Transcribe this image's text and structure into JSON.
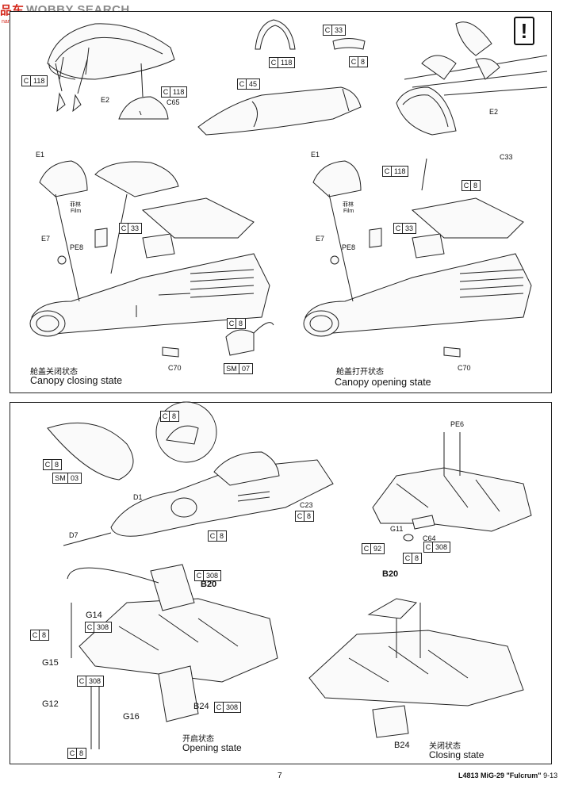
{
  "watermark": {
    "logo": "品车",
    "word": "WOBBY SEARCH",
    "sub": "nan-shou.com"
  },
  "warning_icon": "exclamation-icon",
  "panel_top": {
    "captions": [
      {
        "zh": "舱盖关闭状态",
        "en": "Canopy closing state"
      },
      {
        "zh": "舱盖打开状态",
        "en": "Canopy opening state"
      }
    ],
    "labels": {
      "e2_a": "E2",
      "c65": "C65",
      "e2_b": "E2",
      "c33_top": "C33",
      "e1_a": "E1",
      "e7_a": "E7",
      "pe8_a": "PE8",
      "c70_a": "C70",
      "e1_b": "E1",
      "e7_b": "E7",
      "pe8_b": "PE8",
      "c70_b": "C70",
      "film_zh_a": "菲林",
      "film_en_a": "Film",
      "film_zh_b": "菲林",
      "film_en_b": "Film"
    },
    "tags": [
      {
        "k": "C",
        "v": "118"
      },
      {
        "k": "C",
        "v": "118"
      },
      {
        "k": "C",
        "v": "33"
      },
      {
        "k": "C",
        "v": "8"
      },
      {
        "k": "C",
        "v": "118"
      },
      {
        "k": "C",
        "v": "45"
      },
      {
        "k": "C",
        "v": "33"
      },
      {
        "k": "C",
        "v": "8"
      },
      {
        "k": "SM",
        "v": "07"
      },
      {
        "k": "C",
        "v": "118"
      },
      {
        "k": "C",
        "v": "8"
      },
      {
        "k": "C",
        "v": "33"
      }
    ]
  },
  "panel_bottom": {
    "captions": [
      {
        "zh": "开启状态",
        "en": "Opening state"
      },
      {
        "zh": "关闭状态",
        "en": "Closing state"
      }
    ],
    "labels": {
      "d1": "D1",
      "d7": "D7",
      "c23": "C23",
      "pe6": "PE6",
      "g11": "G11",
      "c64": "C64",
      "b20_a": "B20",
      "g14": "G14",
      "g15": "G15",
      "g12": "G12",
      "g16": "G16",
      "b24_a": "B24",
      "b20_b": "B20",
      "b24_b": "B24"
    },
    "tags": [
      {
        "k": "C",
        "v": "8"
      },
      {
        "k": "C",
        "v": "8"
      },
      {
        "k": "SM",
        "v": "03"
      },
      {
        "k": "C",
        "v": "8"
      },
      {
        "k": "C",
        "v": "8"
      },
      {
        "k": "C",
        "v": "308"
      },
      {
        "k": "C",
        "v": "92"
      },
      {
        "k": "C",
        "v": "8"
      },
      {
        "k": "C",
        "v": "308"
      },
      {
        "k": "C",
        "v": "8"
      },
      {
        "k": "C",
        "v": "308"
      },
      {
        "k": "C",
        "v": "308"
      },
      {
        "k": "C",
        "v": "308"
      },
      {
        "k": "C",
        "v": "8"
      }
    ]
  },
  "footer": {
    "page": "7",
    "code": "L4813 MiG-29 \"Fulcrum\"",
    "range": "9-13"
  }
}
